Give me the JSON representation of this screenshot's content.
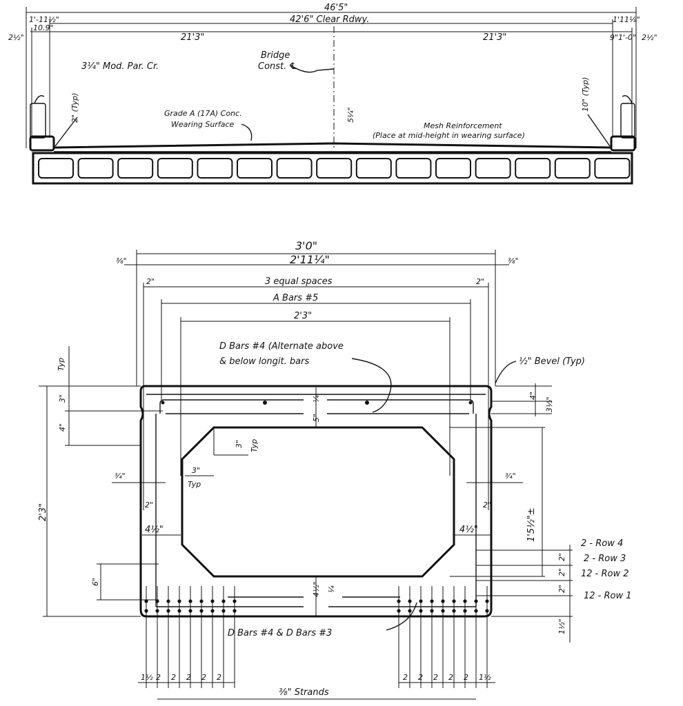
{
  "section": {
    "overall_width": "46'5\"",
    "roadway_width": "42'6\" Clear Rdwy.",
    "dims_left": [
      "2½\"",
      "1'-11½\"",
      "10.9\""
    ],
    "dims_right": [
      "1'11⅛\"",
      "9\"",
      "1'-0\"",
      "2½\""
    ],
    "half_width_left": "21'3\"",
    "half_width_right": "21'3\"",
    "overlay_note": "3¼\" Mod. Par. Cr.",
    "bridge_cl": [
      "Bridge",
      "Const. ℄"
    ],
    "left_typ": "2\" (Typ)",
    "right_typ": "10\" (Typ)",
    "center_depth": "5¼\"",
    "wearing_surface": [
      "Grade A (17A) Conc.",
      "Wearing Surface"
    ],
    "mesh_note": [
      "Mesh Reinforcement",
      "(Place at mid-height in wearing surface)"
    ]
  },
  "beam": {
    "overall_width": "3'0\"",
    "inner_width": "2'11¼\"",
    "left_offset": "⅜\"",
    "right_offset": "⅜\"",
    "equal_spaces": "3 equal spaces",
    "spacing_left": "2\"",
    "spacing_right": "2\"",
    "a_bars": "A Bars #5",
    "void_width": "2'3\"",
    "d_bars_note": [
      "D Bars #4 (Alternate above",
      "& below longit. bars"
    ],
    "bevel": "½\" Bevel (Typ)",
    "typ_top": "Typ",
    "dim_3": "3\"",
    "dim_4": "4\"",
    "depth": "2'3\"",
    "top_slab": "5\"",
    "top_slab_frac": "¼",
    "chamfer_3": "3\"",
    "chamfer_typ": "Typ",
    "chamfer_3b": "3\"",
    "chamfer_typb": "Typ",
    "web_left": "¾\"",
    "web_right": "¾\"",
    "web_2_left": "2\"",
    "web_2_right": "2\"",
    "web_45_left": "4½\"",
    "web_45_right": "4½\"",
    "void_depth": "1'5½\"±",
    "dim_6": "6\"",
    "right_4": "4\"",
    "right_35": "3½\"",
    "rows": [
      "2 - Row 4",
      "2 - Row 3",
      "12 - Row 2",
      "12 - Row 1"
    ],
    "row_dims": [
      "2\"",
      "2\"",
      "2\""
    ],
    "bottom_15": "1½\"",
    "bottom_slab": "4½\"",
    "bottom_slab_frac": "¼",
    "bottom_bars_note": "D Bars #4 & D Bars #3",
    "strand_spacing": [
      "1½",
      "2",
      "2",
      "2",
      "2",
      "2"
    ],
    "strand_spacing_right": [
      "2",
      "2",
      "2",
      "2",
      "2",
      "1½"
    ],
    "strands": "⅜\" Strands"
  }
}
